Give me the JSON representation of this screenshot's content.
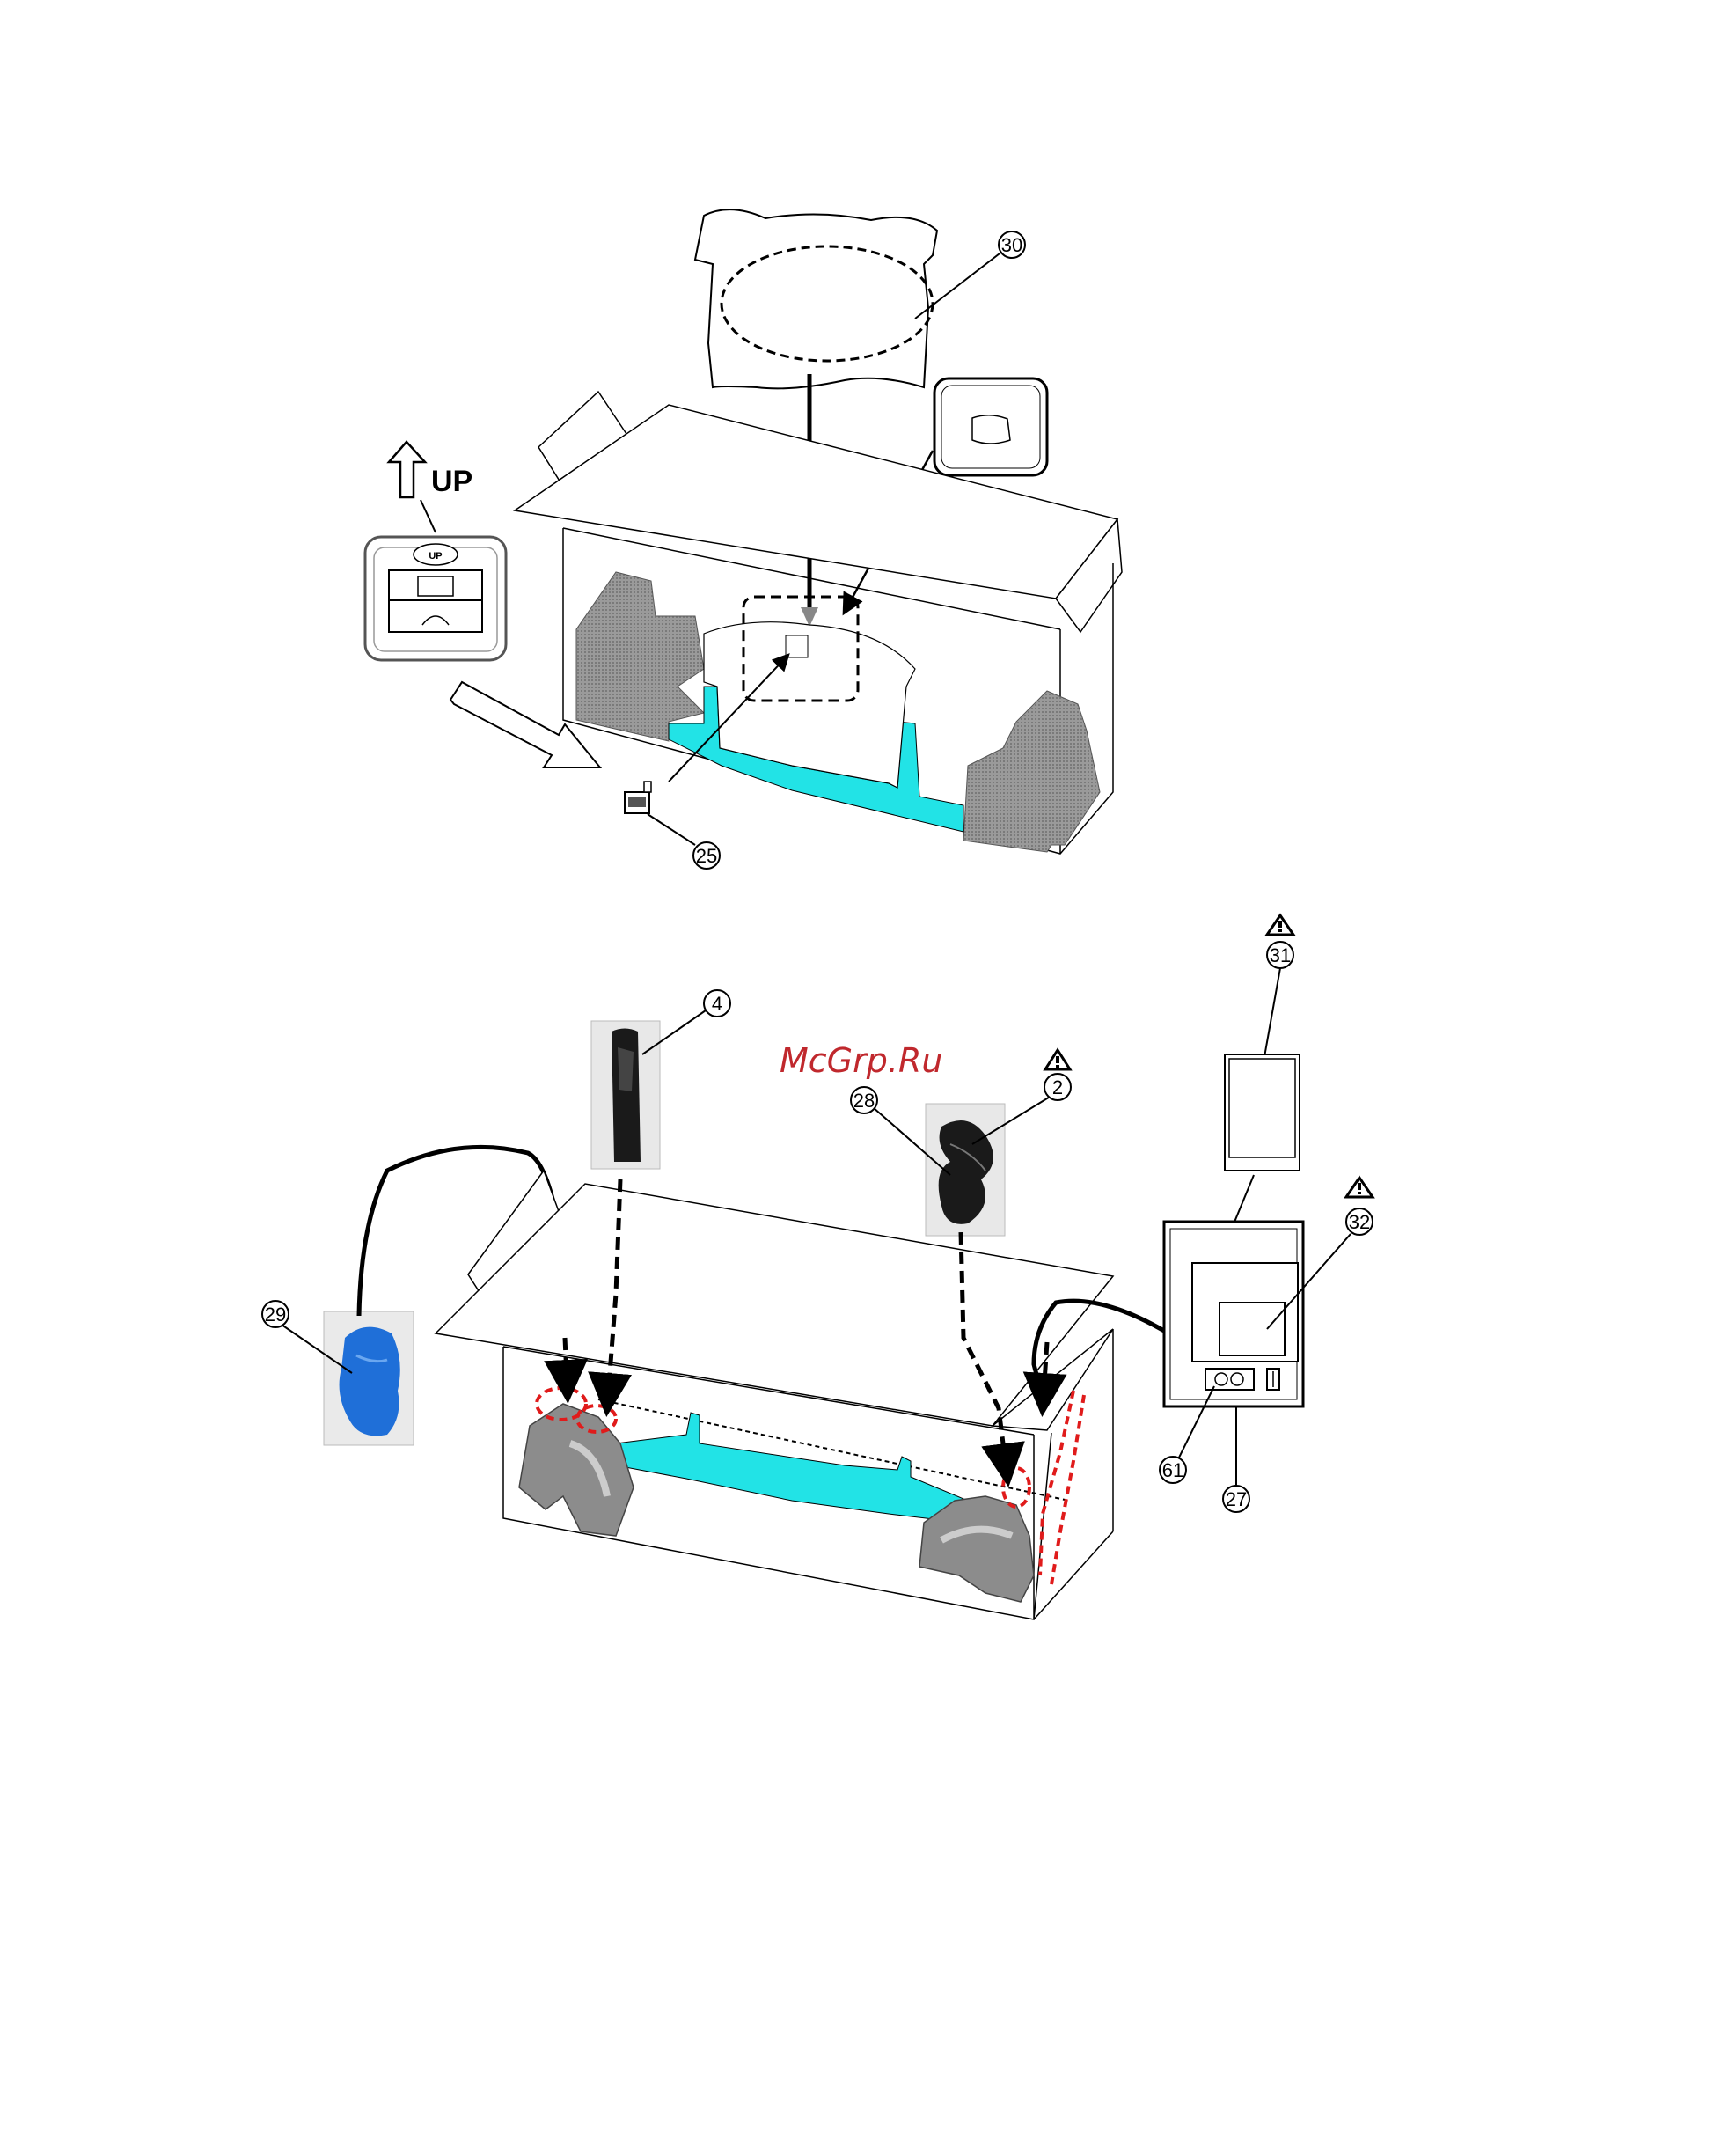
{
  "watermark": {
    "text": "McGrp.Ru",
    "color": "#c0282d"
  },
  "up_label": "UP",
  "carton_label": "UP",
  "colors": {
    "line": "#000000",
    "cushion": "#22e3e6",
    "foam": "#8c8c8c",
    "bag": "#1f6fd8",
    "highlight": "#e01b1b",
    "arrow_gray": "#888888"
  },
  "callouts": {
    "c30": "30",
    "c25": "25",
    "c4": "4",
    "c28": "28",
    "c2": "2",
    "c29": "29",
    "c31": "31",
    "c32": "32",
    "c61": "61",
    "c27": "27"
  },
  "icons": {
    "warning": "warning-triangle-icon",
    "up_arrow": "up-arrow-icon"
  }
}
